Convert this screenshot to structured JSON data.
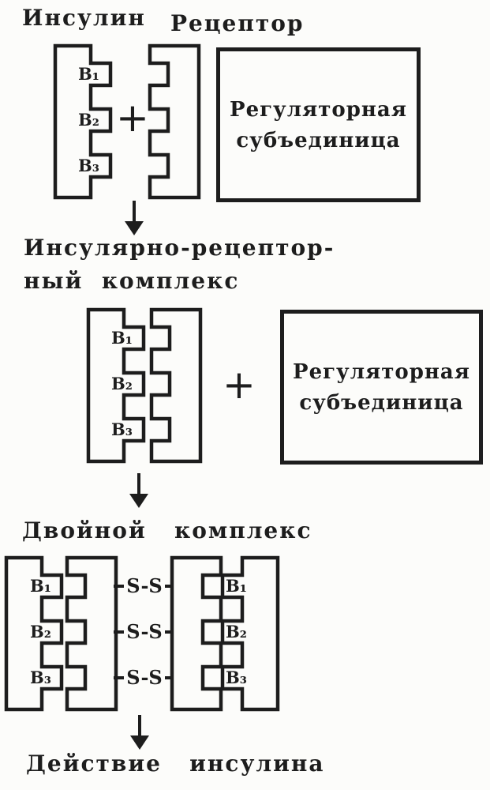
{
  "palette": {
    "ink": "#1d1d1d",
    "paper": "#fcfcfa"
  },
  "stage1": {
    "insulin_label": "Инсулин",
    "receptor_label": "Рецептор",
    "plus": "+",
    "subunits": [
      "B₁",
      "B₂",
      "B₃"
    ],
    "regulatory_box": {
      "line1": "Регуляторная",
      "line2": "субъединица"
    }
  },
  "stage2": {
    "title_line1": "Инсулярно-рецептор-",
    "title_line2": "ный  комплекс",
    "plus": "+",
    "subunits": [
      "B₁",
      "B₂",
      "B₃"
    ],
    "regulatory_box": {
      "line1": "Регуляторная",
      "line2": "субъединица"
    }
  },
  "stage3": {
    "title": "Двойной   комплекс",
    "left_subunits": [
      "B₁",
      "B₂",
      "B₃"
    ],
    "right_subunits": [
      "B₁",
      "B₂",
      "B₃"
    ],
    "bond_labels": [
      "S-S",
      "S-S",
      "S-S"
    ]
  },
  "footer": {
    "action_label": "Действие   инсулина"
  }
}
